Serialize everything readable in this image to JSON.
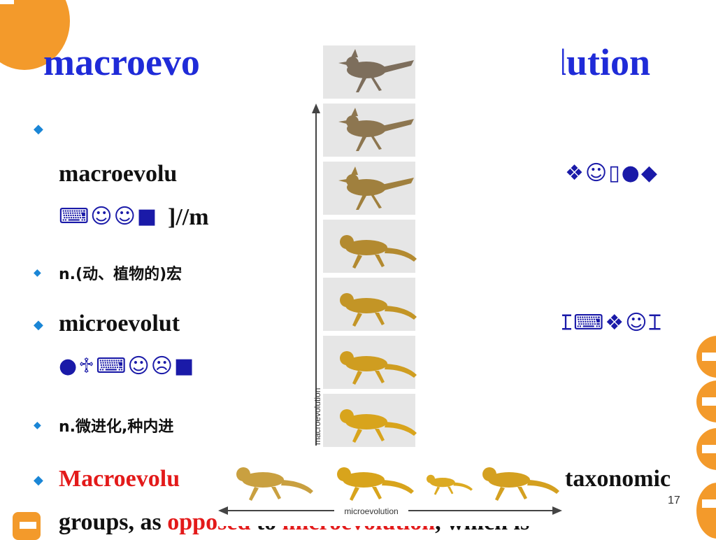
{
  "slide": {
    "title_left": "macroevo",
    "title_right": "lution",
    "lines": {
      "l1": "macroevolu",
      "l1_syms": "❖☺▯●◆",
      "l2_syms": "⌨☺☺■",
      "l2_text": "]//m",
      "l3": "n.(动、植物的)宏",
      "l4": "microevolut",
      "l4_syms": "⌶⌨❖☺⌶",
      "l5_syms": "●♱⌨☺☹■",
      "l6": "n.微进化,种内进",
      "l7_red": "Macroevolu",
      "l7_tail": "taxonomic",
      "l8_a": "groups, as",
      "l8_red1": "opposed",
      "l8_b": "to",
      "l8_red2": "microevolution",
      "l8_c": ", which is"
    },
    "figure": {
      "vertical_label": "macroevolution",
      "horizontal_label": "microevolution"
    },
    "page_number": "17"
  },
  "colors": {
    "accent_orange": "#f39a2b",
    "title_blue": "#1f2bd8",
    "bullet_blue": "#1a86d6",
    "highlight_red": "#e31a1a"
  }
}
